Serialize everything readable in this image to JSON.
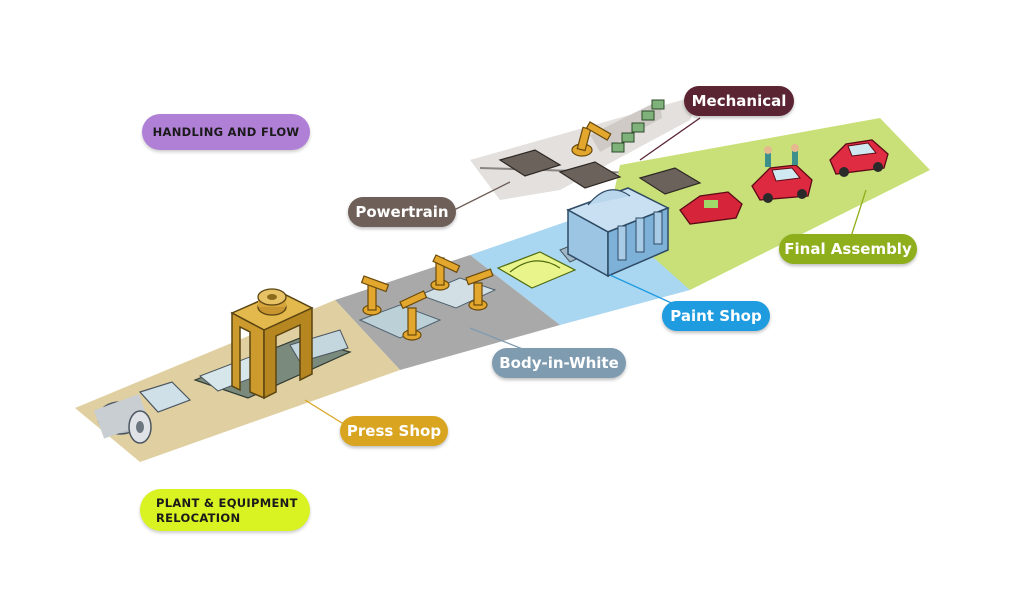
{
  "legend": {
    "handling_flow": "HANDLING AND FLOW",
    "plant_relocation_line1": "PLANT & EQUIPMENT",
    "plant_relocation_line2": "RELOCATION"
  },
  "stages": {
    "mechanical": "Mechanical",
    "powertrain": "Powertrain",
    "final_assembly": "Final Assembly",
    "paint_shop": "Paint Shop",
    "body_in_white": "Body-in-White",
    "press_shop": "Press Shop"
  },
  "colors": {
    "handling_flow": "#b07fd6",
    "plant_relocation": "#d8f222",
    "mechanical": "#5b2433",
    "powertrain": "#6e5f58",
    "final_assembly": "#8fae1b",
    "paint_shop": "#1f9be0",
    "body_in_white": "#7f9bb0",
    "press_shop": "#d9a521"
  }
}
